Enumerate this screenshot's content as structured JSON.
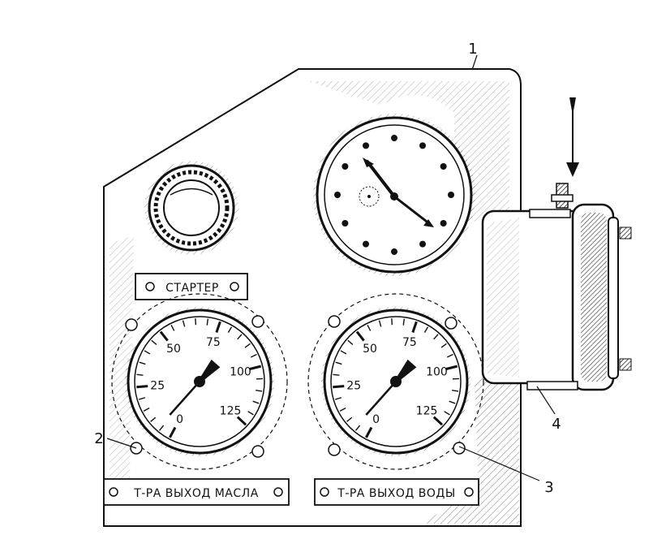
{
  "labels": {
    "starter": "СТАРТЕР",
    "oil_outlet": "Т-РА ВЫХОД МАСЛА",
    "water_outlet": "Т-РА ВЫХОД ВОДЫ"
  },
  "callouts": {
    "panel": "1",
    "left_gauge": "2",
    "right_gauge": "3",
    "box": "4"
  },
  "temp_scale": [
    "0",
    "25",
    "50",
    "75",
    "100",
    "125"
  ],
  "oil_gauge_reading": 85,
  "water_gauge_reading": 85
}
